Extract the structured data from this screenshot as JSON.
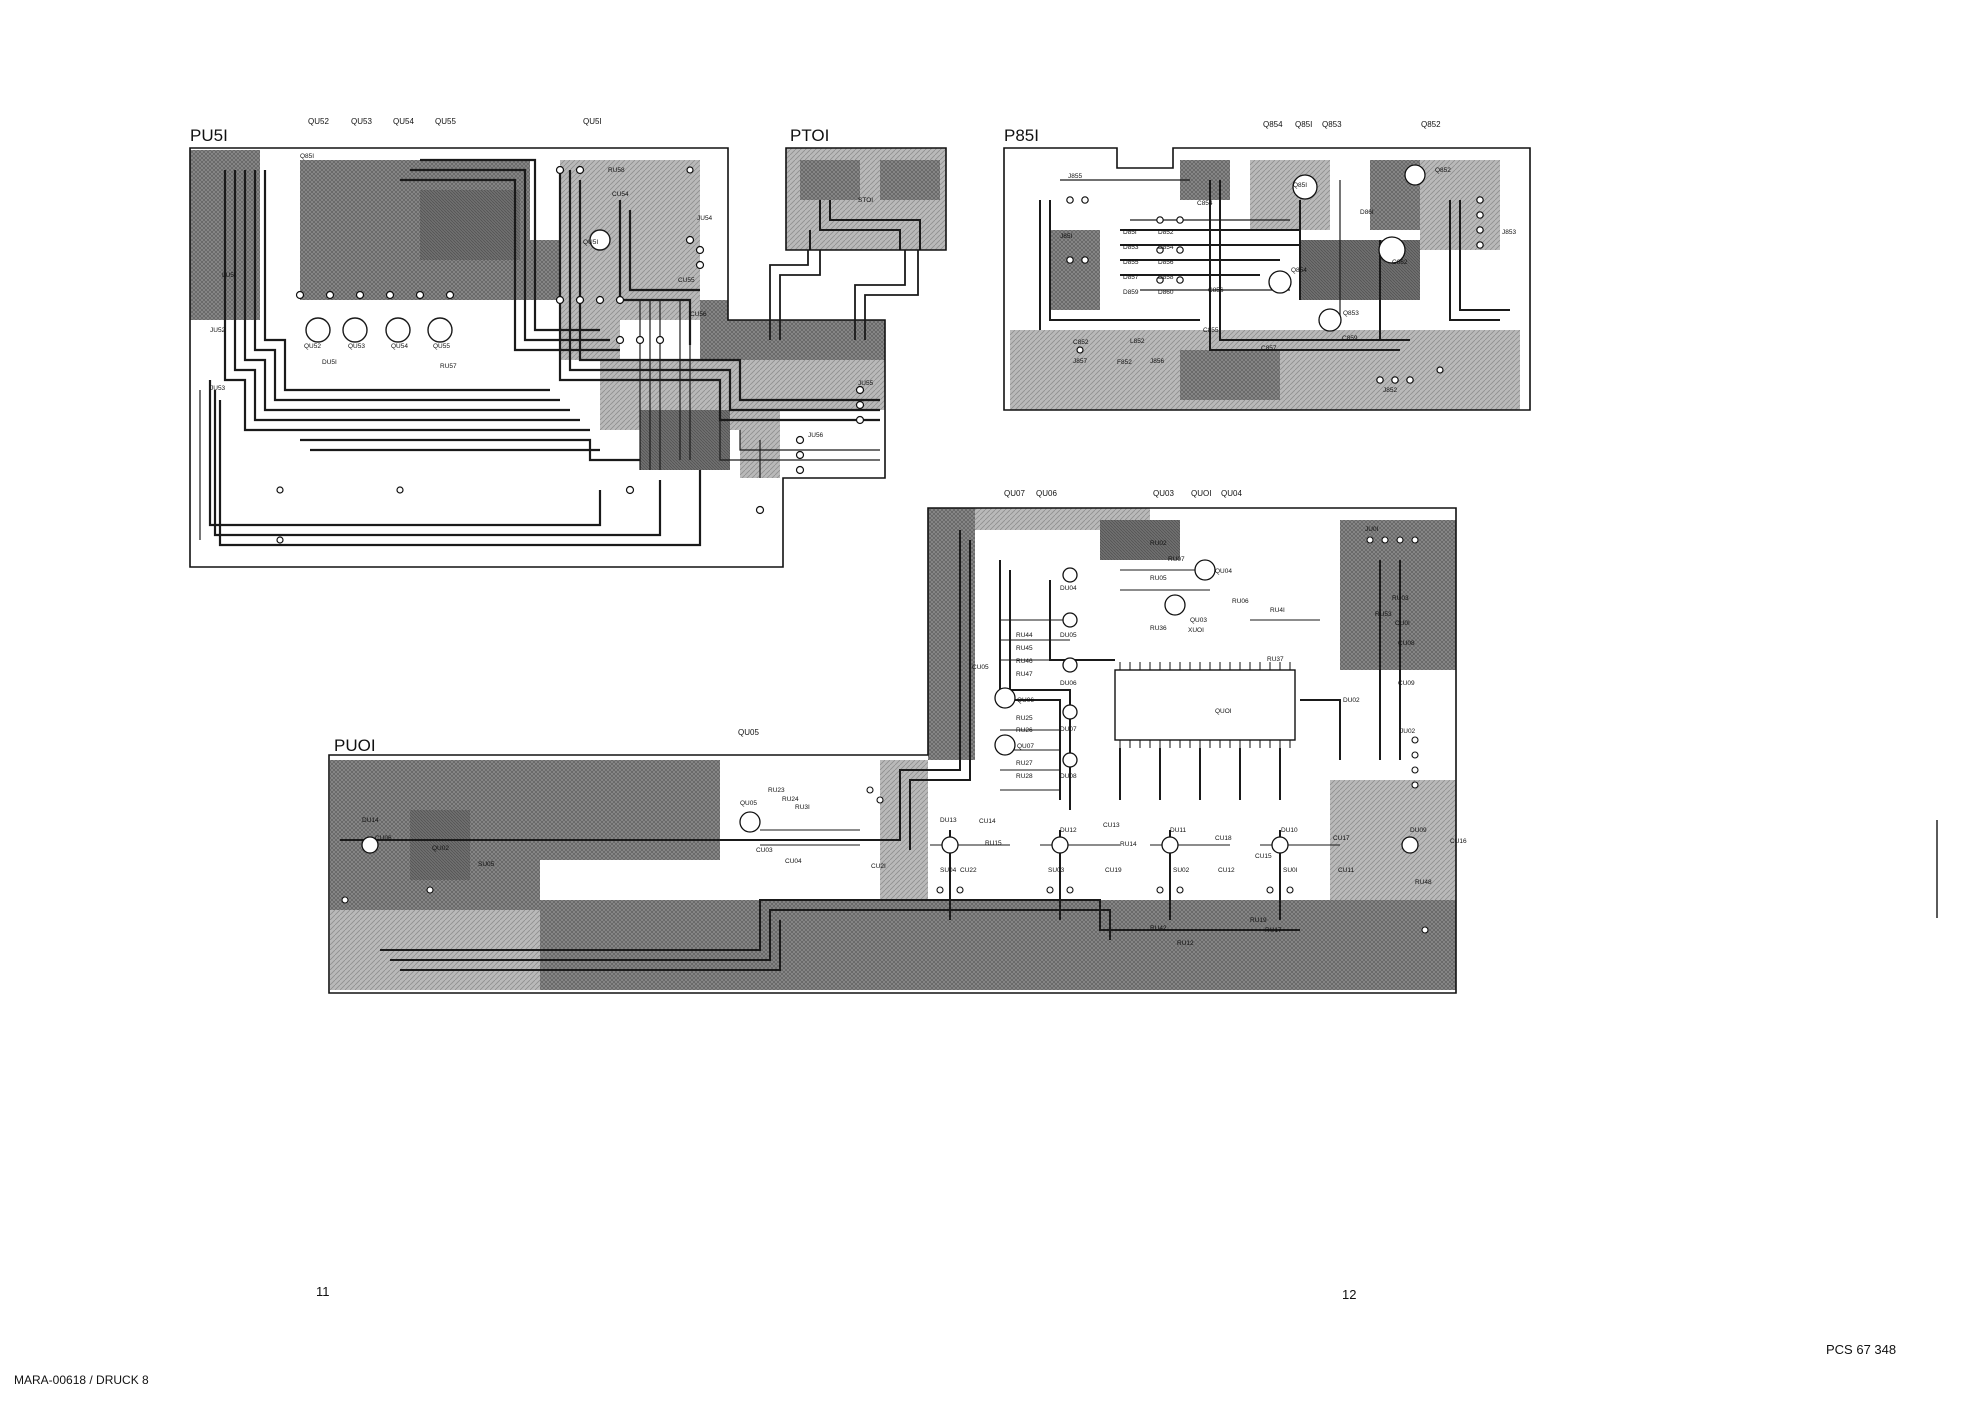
{
  "boards": {
    "pu51": {
      "label": "PU5I",
      "top_refs": [
        "QU52",
        "QU53",
        "QU54",
        "QU55",
        "QU5I"
      ],
      "refs": [
        "Q85I",
        "LU5I",
        "QU52",
        "QU53",
        "QU54",
        "QU55",
        "RU58",
        "CU54",
        "QU5I",
        "JU54",
        "JU55",
        "JU56",
        "CU56",
        "CU55",
        "RU57",
        "DU5I",
        "JU52",
        "JU53"
      ]
    },
    "pt01": {
      "label": "PTOI",
      "refs": [
        "STOI"
      ]
    },
    "p851": {
      "label": "P85I",
      "top_refs": [
        "Q854",
        "Q85I",
        "Q853",
        "Q852"
      ],
      "refs": [
        "J855",
        "J85I",
        "D85I",
        "D852",
        "D853",
        "D854",
        "D855",
        "D856",
        "D857",
        "D858",
        "D859",
        "D860",
        "C852",
        "L852",
        "J857",
        "F852",
        "J856",
        "C854",
        "C855",
        "Q85I",
        "Q852",
        "D86I",
        "Q854",
        "C856",
        "C859",
        "Q853",
        "C862",
        "J853",
        "J852",
        "C857"
      ]
    },
    "pu01": {
      "label": "PUOI",
      "top_refs": [
        "QU07",
        "QU06",
        "QU03",
        "QUOI",
        "QU04"
      ],
      "sub_ref": "QU05",
      "refs": [
        "RU02",
        "RU07",
        "RU05",
        "QU04",
        "QU03",
        "RU06",
        "RU4I",
        "RU53",
        "RU36",
        "XUOI",
        "RU37",
        "JU0I",
        "RU03",
        "CU0I",
        "CU08",
        "CU09",
        "DU02",
        "QUOI",
        "DU04",
        "DU05",
        "DU06",
        "DU07",
        "DU08",
        "RU44",
        "RU45",
        "RU46",
        "RU47",
        "RU25",
        "RU26",
        "RU27",
        "RU28",
        "QU06",
        "QU07",
        "CU05",
        "JU02",
        "QU05",
        "RU23",
        "RU24",
        "RU3I",
        "CU03",
        "CU2I",
        "CU04",
        "DU13",
        "CU14",
        "RU15",
        "CU22",
        "SU04",
        "DU12",
        "CU13",
        "RU14",
        "CU19",
        "SU03",
        "DU11",
        "CU18",
        "CU12",
        "CU15",
        "SU02",
        "DU10",
        "CU17",
        "CU11",
        "SU0I",
        "DU09",
        "CU16",
        "RU48",
        "RU42",
        "RU12",
        "RU19",
        "RU17",
        "DU14",
        "CU06",
        "QU02",
        "SU05"
      ]
    }
  },
  "footer": {
    "page_left": "11",
    "page_right": "12",
    "doc_number": "PCS 67 348",
    "reference": "MARA-00618 / DRUCK 8"
  }
}
